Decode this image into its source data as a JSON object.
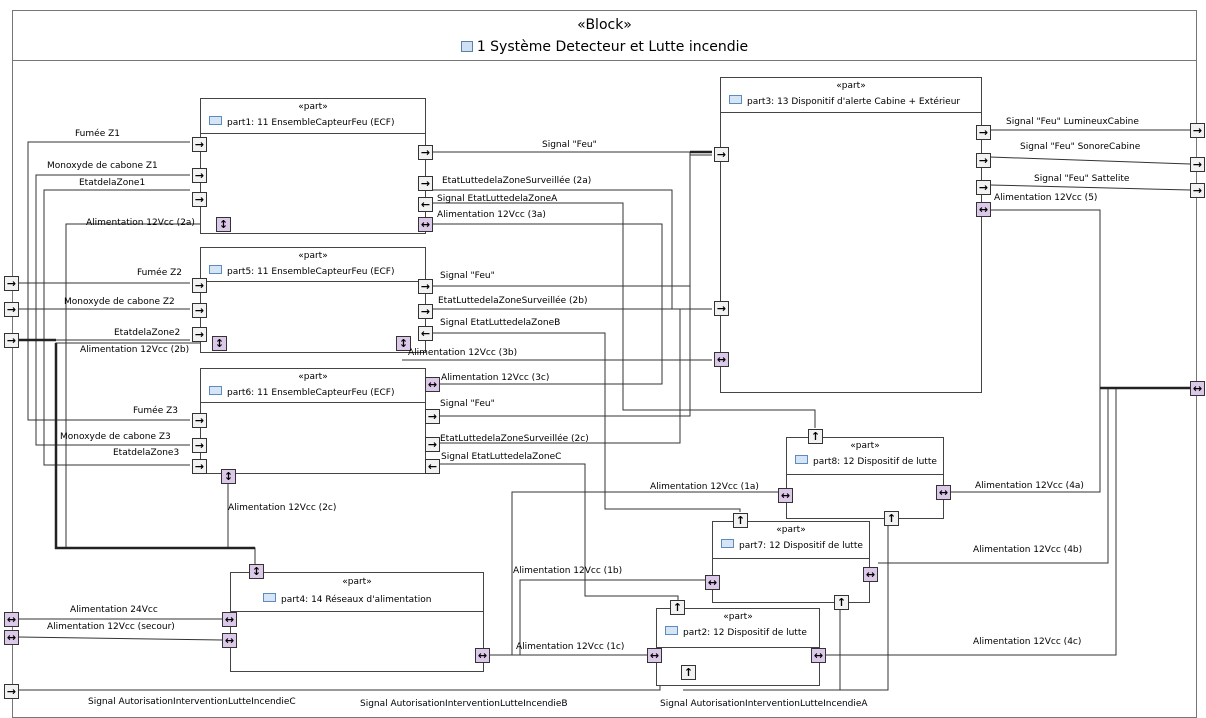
{
  "block": {
    "stereotype": "«Block»",
    "title": "1 Système Detecteur et Lutte incendie"
  },
  "parts": {
    "part1": {
      "stereotype": "«part»",
      "name": "part1: 11 EnsembleCapteurFeu (ECF)"
    },
    "part5": {
      "stereotype": "«part»",
      "name": "part5: 11 EnsembleCapteurFeu (ECF)"
    },
    "part6": {
      "stereotype": "«part»",
      "name": "part6: 11 EnsembleCapteurFeu (ECF)"
    },
    "part3": {
      "stereotype": "«part»",
      "name": "part3: 13 Disponitif d'alerte Cabine + Extérieur"
    },
    "part8": {
      "stereotype": "«part»",
      "name": "part8: 12 Dispositif de lutte"
    },
    "part7": {
      "stereotype": "«part»",
      "name": "part7: 12 Dispositif de lutte"
    },
    "part2": {
      "stereotype": "«part»",
      "name": "part2: 12 Dispositif de lutte"
    },
    "part4": {
      "stereotype": "«part»",
      "name": "part4: 14 Réseaux d'alimentation"
    }
  },
  "labels": {
    "fumee_z1": "Fumée Z1",
    "monoxyde_z1": "Monoxyde de cabone Z1",
    "etat_z1": "EtatdelaZone1",
    "alim_2a": "Alimentation 12Vcc (2a)",
    "fumee_z2": "Fumée Z2",
    "monoxyde_z2": "Monoxyde de cabone Z2",
    "etat_z2": "EtatdelaZone2",
    "alim_2b": "Alimentation 12Vcc (2b)",
    "fumee_z3": "Fumée Z3",
    "monoxyde_z3": "Monoxyde de cabone Z3",
    "etat_z3": "EtatdelaZone3",
    "alim_2c": "Alimentation 12Vcc (2c)",
    "signal_feu_1": "Signal \"Feu\"",
    "etat_lutte_2a": "EtatLuttedelaZoneSurveillée (2a)",
    "signal_etat_a": "Signal EtatLuttedelaZoneA",
    "alim_3a": "Alimentation 12Vcc (3a)",
    "signal_feu_2": "Signal \"Feu\"",
    "etat_lutte_2b": "EtatLuttedelaZoneSurveillée (2b)",
    "signal_etat_b": "Signal EtatLuttedelaZoneB",
    "alim_3b": "Alimentation 12Vcc (3b)",
    "alim_3c": "Alimentation 12Vcc (3c)",
    "signal_feu_3": "Signal \"Feu\"",
    "etat_lutte_2c": "EtatLuttedelaZoneSurveillée (2c)",
    "signal_etat_c": "Signal EtatLuttedelaZoneC",
    "signal_lum": "Signal \"Feu\" LumineuxCabine",
    "signal_son": "Signal \"Feu\" SonoreCabine",
    "signal_sat": "Signal \"Feu\" Sattelite",
    "alim_5": "Alimentation 12Vcc (5)",
    "alim_1a": "Alimentation 12Vcc (1a)",
    "alim_1b": "Alimentation 12Vcc (1b)",
    "alim_1c": "Alimentation 12Vcc (1c)",
    "alim_4a": "Alimentation 12Vcc (4a)",
    "alim_4b": "Alimentation 12Vcc (4b)",
    "alim_4c": "Alimentation 12Vcc (4c)",
    "alim_24": "Alimentation 24Vcc",
    "alim_secour": "Alimentation 12Vcc (secour)",
    "sig_auth_c": "Signal AutorisationInterventionLutteIncendieC",
    "sig_auth_b": "Signal AutorisationInterventionLutteIncendieB",
    "sig_auth_a": "Signal AutorisationInterventionLutteIncendieA"
  },
  "port_glyphs": {
    "in": "→",
    "out": "←",
    "inout": "↔",
    "up": "↑",
    "updown": "↕"
  },
  "colors": {
    "inout_port": "#dcc8e8",
    "port": "#f2f2f2",
    "line": "#333333"
  }
}
